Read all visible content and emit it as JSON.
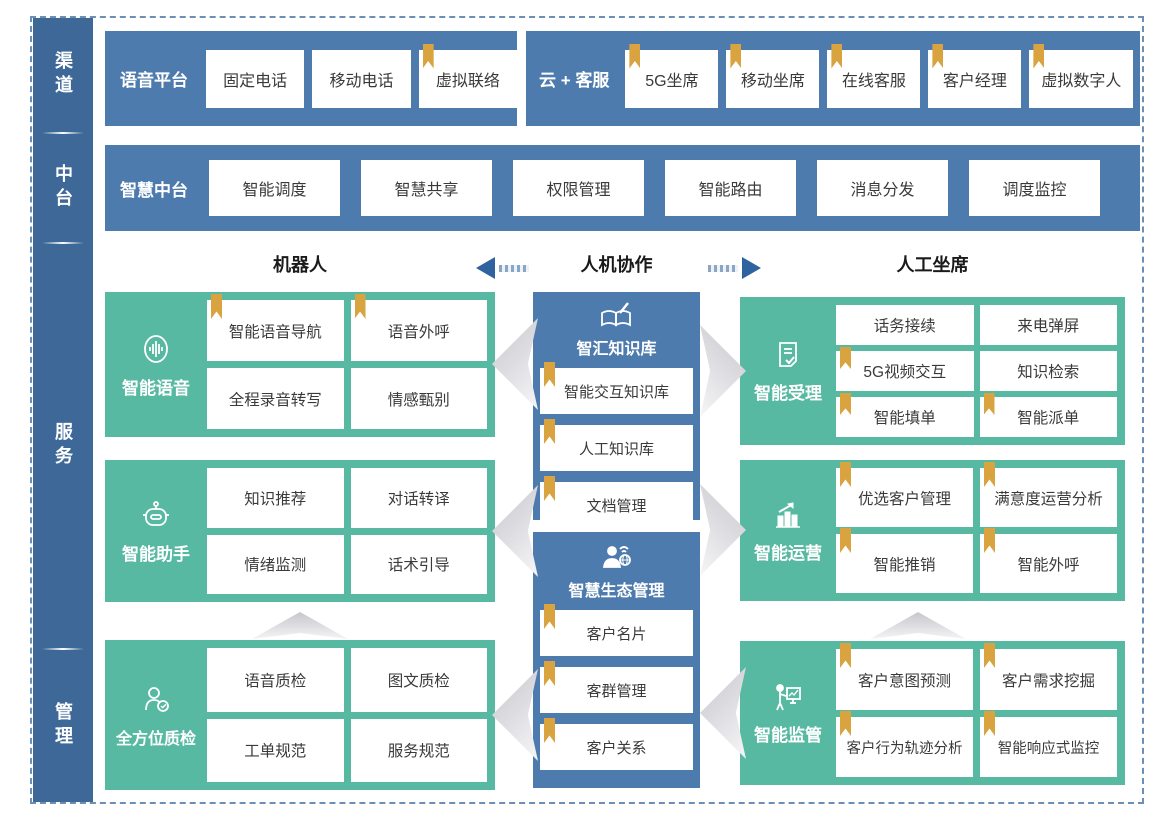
{
  "colors": {
    "band_blue": "#4e7bad",
    "sidebar_blue": "#3d6898",
    "teal": "#58b9a3",
    "bookmark_gold": "#d9a440",
    "arrow_blue": "#2f639f",
    "frame_dash_blue": "#6b8fb5"
  },
  "sidebar": {
    "items": [
      {
        "label": "渠道"
      },
      {
        "label": "中台"
      },
      {
        "label": "服务"
      },
      {
        "label": "管理"
      }
    ]
  },
  "channel_row": {
    "voice_platform": {
      "label": "语音平台",
      "items": [
        {
          "label": "固定电话",
          "bookmark": false
        },
        {
          "label": "移动电话",
          "bookmark": false
        },
        {
          "label": "虚拟联络",
          "bookmark": true
        }
      ]
    },
    "cloud_service": {
      "label": "云 + 客服",
      "items": [
        {
          "label": "5G坐席",
          "bookmark": true
        },
        {
          "label": "移动坐席",
          "bookmark": true
        },
        {
          "label": "在线客服",
          "bookmark": true
        },
        {
          "label": "客户经理",
          "bookmark": true
        },
        {
          "label": "虚拟数字人",
          "bookmark": true
        }
      ]
    }
  },
  "middle_row": {
    "label": "智慧中台",
    "items": [
      {
        "label": "智能调度"
      },
      {
        "label": "智慧共享"
      },
      {
        "label": "权限管理"
      },
      {
        "label": "智能路由"
      },
      {
        "label": "消息分发"
      },
      {
        "label": "调度监控"
      }
    ]
  },
  "collab_header": {
    "left": "机器人",
    "center": "人机协作",
    "right": "人工坐席"
  },
  "robot_column": [
    {
      "label": "智能语音",
      "icon": "voice-wave-icon",
      "items": [
        {
          "label": "智能语音导航",
          "bookmark": true
        },
        {
          "label": "语音外呼",
          "bookmark": true
        },
        {
          "label": "全程录音转写",
          "bookmark": false
        },
        {
          "label": "情感甄别",
          "bookmark": false
        }
      ]
    },
    {
      "label": "智能助手",
      "icon": "robot-icon",
      "items": [
        {
          "label": "知识推荐",
          "bookmark": false
        },
        {
          "label": "对话转译",
          "bookmark": false
        },
        {
          "label": "情绪监测",
          "bookmark": false
        },
        {
          "label": "话术引导",
          "bookmark": false
        }
      ]
    },
    {
      "label": "全方位质检",
      "icon": "inspector-icon",
      "items": [
        {
          "label": "语音质检",
          "bookmark": false
        },
        {
          "label": "图文质检",
          "bookmark": false
        },
        {
          "label": "工单规范",
          "bookmark": false
        },
        {
          "label": "服务规范",
          "bookmark": false
        }
      ]
    }
  ],
  "collab_column": [
    {
      "label": "智汇知识库",
      "icon": "knowledge-book-icon",
      "items": [
        {
          "label": "智能交互知识库",
          "bookmark": true
        },
        {
          "label": "人工知识库",
          "bookmark": true
        },
        {
          "label": "文档管理",
          "bookmark": true
        }
      ]
    },
    {
      "label": "智慧生态管理",
      "icon": "eco-person-icon",
      "items": [
        {
          "label": "客户名片",
          "bookmark": true
        },
        {
          "label": "客群管理",
          "bookmark": true
        },
        {
          "label": "客户关系",
          "bookmark": true
        }
      ]
    }
  ],
  "agent_column": [
    {
      "label": "智能受理",
      "icon": "document-check-icon",
      "items": [
        {
          "label": "话务接续",
          "bookmark": false
        },
        {
          "label": "来电弹屏",
          "bookmark": false
        },
        {
          "label": "5G视频交互",
          "bookmark": true
        },
        {
          "label": "知识检索",
          "bookmark": false
        },
        {
          "label": "智能填单",
          "bookmark": true
        },
        {
          "label": "智能派单",
          "bookmark": true
        }
      ]
    },
    {
      "label": "智能运营",
      "icon": "chart-growth-icon",
      "items": [
        {
          "label": "优选客户管理",
          "bookmark": true
        },
        {
          "label": "满意度运营分析",
          "bookmark": true
        },
        {
          "label": "智能推销",
          "bookmark": true
        },
        {
          "label": "智能外呼",
          "bookmark": true
        }
      ]
    },
    {
      "label": "智能监管",
      "icon": "presenter-board-icon",
      "items": [
        {
          "label": "客户意图预测",
          "bookmark": true
        },
        {
          "label": "客户需求挖掘",
          "bookmark": true
        },
        {
          "label": "客户行为轨迹分析",
          "bookmark": true
        },
        {
          "label": "智能响应式监控",
          "bookmark": true
        }
      ]
    }
  ]
}
